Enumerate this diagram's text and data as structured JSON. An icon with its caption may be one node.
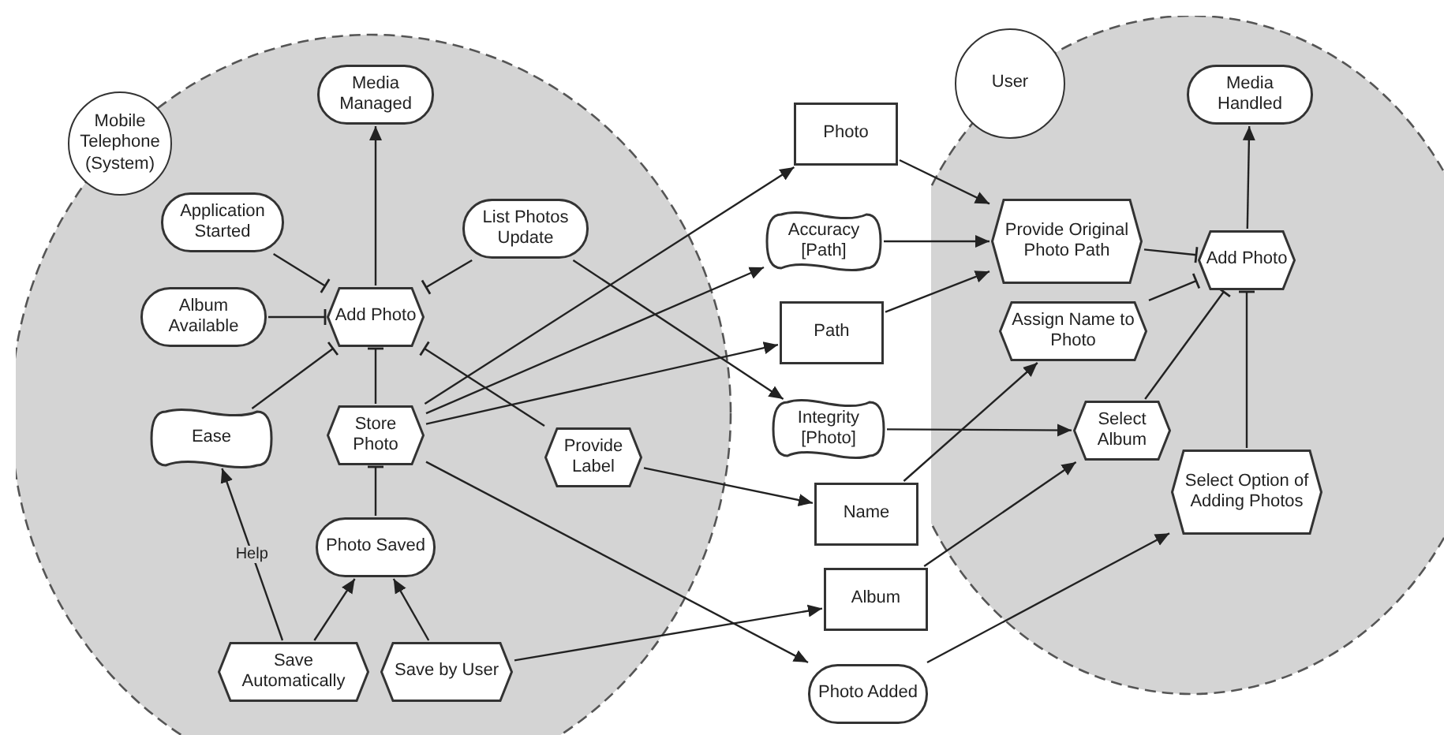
{
  "diagram": {
    "nodes": [
      {
        "text": [
          "Mobile Telephone (System)"
        ]
      },
      {
        "text": [
          "Media Managed"
        ],
        "in": 0
      },
      {
        "text": [
          "Application Started"
        ],
        "in": 0
      },
      {
        "text": [
          "List Photos Update"
        ],
        "in": 0
      },
      {
        "text": [
          "Album Available"
        ],
        "in": 0
      },
      {
        "text": [
          "Add Photo"
        ],
        "in": 0
      },
      {
        "text": [
          "Ease"
        ],
        "in": 0
      },
      {
        "text": [
          "Store Photo"
        ],
        "in": 0
      },
      {
        "text": [
          "Provide Label"
        ],
        "in": 0
      },
      {
        "text": [
          "Photo Saved"
        ],
        "in": 0
      },
      {
        "text": [
          "Save Automatically"
        ],
        "in": 0
      },
      {
        "text": [
          "Save by User"
        ],
        "in": 0
      },
      {
        "text": [
          "Photo"
        ]
      },
      {
        "text": [
          "Accuracy [Path]"
        ]
      },
      {
        "text": [
          "Path"
        ]
      },
      {
        "text": [
          "Integrity [Photo]"
        ]
      },
      {
        "text": [
          "Name"
        ]
      },
      {
        "text": [
          "Album"
        ]
      },
      {
        "text": [
          "Photo Added"
        ]
      },
      {
        "text": [
          "User"
        ]
      },
      {
        "text": [
          "Media Handled"
        ],
        "in": 19
      },
      {
        "text": [
          "Provide Original Photo Path"
        ],
        "in": 19
      },
      {
        "text": [
          "Add Photo"
        ],
        "in": 19
      },
      {
        "text": [
          "Assign Name to Photo"
        ],
        "in": 19
      },
      {
        "text": [
          "Select Album"
        ],
        "in": 19
      },
      {
        "text": [
          "Select Option of Adding Photos"
        ],
        "in": 19
      }
    ],
    "edges": [
      {
        "from": 5,
        "to": 1,
        "arrow": "to"
      },
      {
        "from": 2,
        "to": 5,
        "arrow": "other"
      },
      {
        "from": 3,
        "to": 5,
        "arrow": "other"
      },
      {
        "from": 4,
        "to": 5,
        "arrow": "other"
      },
      {
        "from": 6,
        "to": 5,
        "arrow": "other"
      },
      {
        "from": 7,
        "to": 5,
        "arrow": "other"
      },
      {
        "from": 8,
        "to": 5,
        "arrow": "other"
      },
      {
        "from": 9,
        "to": 7,
        "arrow": "other"
      },
      {
        "from": 10,
        "to": 9,
        "arrow": "to"
      },
      {
        "from": 11,
        "to": 9,
        "arrow": "to"
      },
      {
        "from": 10,
        "to": 6,
        "arrow": "to",
        "label": "Help"
      },
      {
        "from": 7,
        "to": 12,
        "arrow": "to"
      },
      {
        "from": 12,
        "to": 21,
        "arrow": "to"
      },
      {
        "from": 7,
        "to": 13,
        "arrow": "to"
      },
      {
        "from": 13,
        "to": 21,
        "arrow": "to"
      },
      {
        "from": 7,
        "to": 14,
        "arrow": "to"
      },
      {
        "from": 14,
        "to": 21,
        "arrow": "to"
      },
      {
        "from": 3,
        "to": 15,
        "arrow": "to"
      },
      {
        "from": 15,
        "to": 24,
        "arrow": "to"
      },
      {
        "from": 8,
        "to": 16,
        "arrow": "to"
      },
      {
        "from": 16,
        "to": 23,
        "arrow": "to"
      },
      {
        "from": 11,
        "to": 17,
        "arrow": "to"
      },
      {
        "from": 17,
        "to": 24,
        "arrow": "to"
      },
      {
        "from": 7,
        "to": 18,
        "arrow": "to"
      },
      {
        "from": 18,
        "to": 25,
        "arrow": "to"
      },
      {
        "from": 22,
        "to": 20,
        "arrow": "to"
      },
      {
        "from": 21,
        "to": 22,
        "arrow": "other"
      },
      {
        "from": 23,
        "to": 22,
        "arrow": "other"
      },
      {
        "from": 24,
        "to": 22,
        "arrow": "other"
      },
      {
        "from": 25,
        "to": 22,
        "arrow": "other"
      }
    ]
  }
}
